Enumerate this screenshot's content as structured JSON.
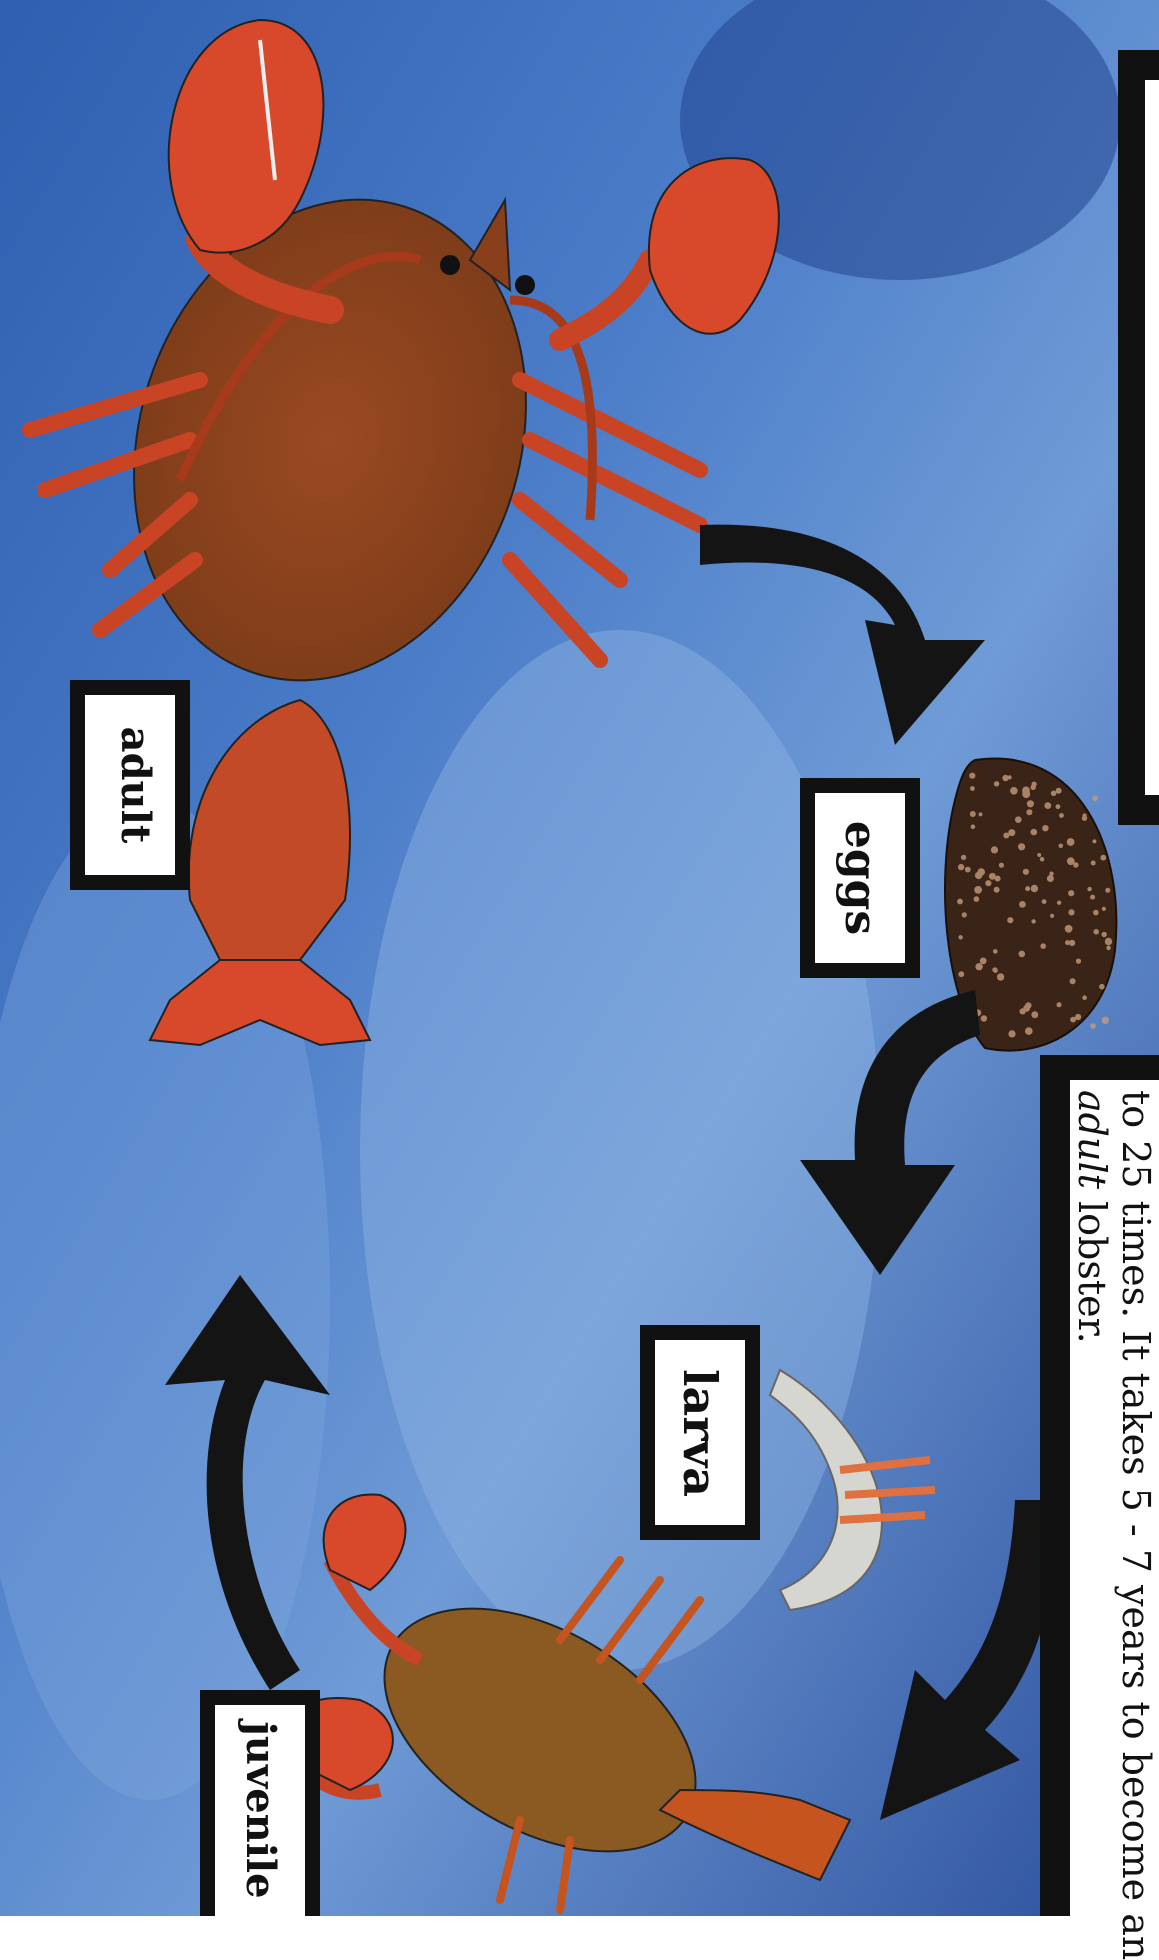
{
  "stages": {
    "adult": "adult",
    "eggs": "eggs",
    "larva": "larva",
    "juvenile": "juvenile"
  },
  "caption": {
    "line1": "to 25 times.  It takes 5 - 7 years to become an",
    "line2_italic": "adult",
    "line2_rest": " lobster."
  },
  "colors": {
    "water": "#2d59a8",
    "lobster": "#b8401e",
    "arrow": "#141414",
    "label_border": "#111111",
    "eggs": "#3a2418"
  }
}
